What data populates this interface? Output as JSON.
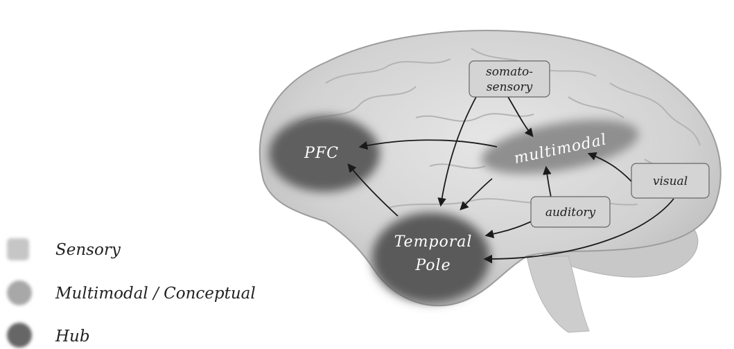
{
  "regions": {
    "pfc": "PFC",
    "multimodal": "multimodal",
    "temporal_pole_line1": "Temporal",
    "temporal_pole_line2": "Pole"
  },
  "sensory_boxes": {
    "somatosensory_line1": "somato-",
    "somatosensory_line2": "sensory",
    "auditory": "auditory",
    "visual": "visual"
  },
  "legend": [
    {
      "label": "Sensory",
      "color": "#c6c6c6"
    },
    {
      "label": "Multimodal / Conceptual",
      "color": "#a8a8a8"
    },
    {
      "label": "Hub",
      "color": "#666666"
    }
  ],
  "colors": {
    "hub": "#5e5e5e",
    "multimodal": "#8f8f8f",
    "sensory_box": "#d4d4d4",
    "brain": "#dcdcdc"
  }
}
